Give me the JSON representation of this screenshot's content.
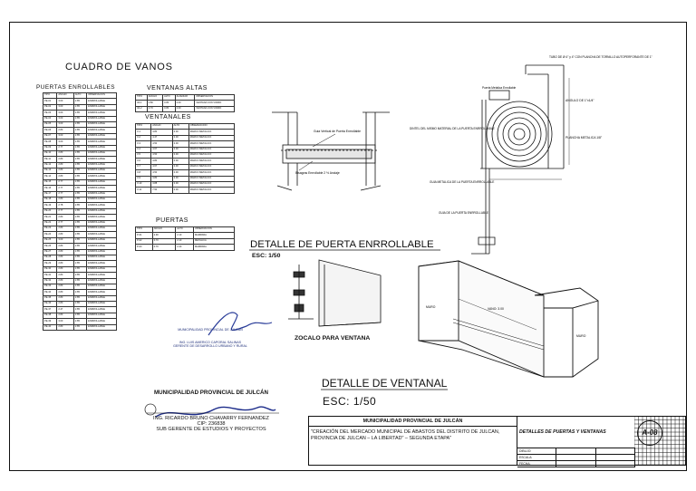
{
  "sheet": {
    "main_title": "CUADRO DE VANOS",
    "tables": {
      "enrollables": {
        "title": "PUERTAS ENROLLABLES",
        "headers": [
          "TIPO",
          "ANCHO",
          "ALTO",
          "OBSERVACION"
        ],
        "rows": [
          [
            "PE-01",
            "3.00",
            "2.85",
            "ENRROLLABLE"
          ],
          [
            "PE-02",
            "3.00",
            "2.85",
            "ENRROLLABLE"
          ],
          [
            "PE-03",
            "3.00",
            "2.85",
            "ENRROLLABLE"
          ],
          [
            "PE-04",
            "3.00",
            "2.85",
            "ENRROLLABLE"
          ],
          [
            "PE-05",
            "3.00",
            "2.85",
            "ENRROLLABLE"
          ],
          [
            "PE-06",
            "2.80",
            "2.85",
            "ENRROLLABLE"
          ],
          [
            "PE-07",
            "3.00",
            "2.85",
            "ENRROLLABLE"
          ],
          [
            "PE-08",
            "3.00",
            "2.85",
            "ENRROLLABLE"
          ],
          [
            "PE-09",
            "2.77",
            "2.85",
            "ENRROLLABLE"
          ],
          [
            "PE-10",
            "2.80",
            "2.85",
            "ENRROLLABLE"
          ],
          [
            "PE-11",
            "2.80",
            "2.85",
            "ENRROLLABLE"
          ],
          [
            "PE-12",
            "2.80",
            "2.85",
            "ENRROLLABLE"
          ],
          [
            "PE-13",
            "2.80",
            "2.85",
            "ENRROLLABLE"
          ],
          [
            "PE-14",
            "2.80",
            "2.85",
            "ENRROLLABLE"
          ],
          [
            "PE-15",
            "2.77",
            "2.85",
            "ENRROLLABLE"
          ],
          [
            "PE-16",
            "2.77",
            "2.85",
            "ENRROLLABLE"
          ],
          [
            "PE-17",
            "2.77",
            "2.85",
            "ENRROLLABLE"
          ],
          [
            "PE-18",
            "2.80",
            "2.85",
            "ENRROLLABLE"
          ],
          [
            "PE-19",
            "2.78",
            "2.85",
            "ENRROLLABLE"
          ],
          [
            "PE-20",
            "2.77",
            "2.85",
            "ENRROLLABLE"
          ],
          [
            "PE-21",
            "2.80",
            "2.85",
            "ENRROLLABLE"
          ],
          [
            "PE-22",
            "2.77",
            "2.85",
            "ENRROLLABLE"
          ],
          [
            "PE-23",
            "2.80",
            "2.85",
            "ENRROLLABLE"
          ],
          [
            "PE-24",
            "2.80",
            "2.85",
            "ENRROLLABLE"
          ],
          [
            "PE-25",
            "3.00",
            "2.85",
            "ENRROLLABLE"
          ],
          [
            "PE-26",
            "2.80",
            "2.85",
            "ENRROLLABLE"
          ],
          [
            "PE-27",
            "2.80",
            "2.85",
            "ENRROLLABLE"
          ],
          [
            "PE-28",
            "2.80",
            "2.85",
            "ENRROLLABLE"
          ],
          [
            "PE-29",
            "2.80",
            "2.85",
            "ENRROLLABLE"
          ],
          [
            "PE-30",
            "2.80",
            "2.85",
            "ENRROLLABLE"
          ],
          [
            "PE-31",
            "2.80",
            "2.85",
            "ENRROLLABLE"
          ],
          [
            "PE-32",
            "2.80",
            "2.85",
            "ENRROLLABLE"
          ],
          [
            "PE-33",
            "2.80",
            "2.85",
            "ENRROLLABLE"
          ],
          [
            "PE-34",
            "2.80",
            "2.85",
            "ENRROLLABLE"
          ],
          [
            "PE-35",
            "2.80",
            "2.85",
            "ENRROLLABLE"
          ],
          [
            "PE-36",
            "2.80",
            "2.85",
            "ENRROLLABLE"
          ],
          [
            "PE-37",
            "2.47",
            "2.85",
            "ENRROLLABLE"
          ],
          [
            "PE-38",
            "2.80",
            "2.85",
            "ENRROLLABLE"
          ],
          [
            "PE-39",
            "3.00",
            "2.85",
            "ENRROLLABLE"
          ],
          [
            "PE-40",
            "2.80",
            "2.85",
            "ENRROLLABLE"
          ]
        ]
      },
      "ventanas_altas": {
        "title": "VENTANAS ALTAS",
        "headers": [
          "TIPO",
          "ANCHO",
          "ALTO",
          "ALFEIZAR",
          "OBSERVACION"
        ],
        "rows": [
          [
            "VA-1",
            "1.80",
            "0.80",
            "2.00",
            "VENTANA CON VIDRIO"
          ],
          [
            "VA-2",
            "2.70",
            "0.80",
            "2.00",
            "VENTANA CON VIDRIO"
          ]
        ]
      },
      "ventanales": {
        "title": "VENTANALES",
        "headers": [
          "TIPO",
          "ANCHO",
          "ALTO",
          "OBSERVACION"
        ],
        "rows": [
          [
            "V-1",
            "4.80",
            "3.00",
            "MARCO METALICO"
          ],
          [
            "V-2",
            "4.47",
            "3.00",
            "MARCO METALICO"
          ],
          [
            "V-3",
            "4.50",
            "3.00",
            "MARCO METALICO"
          ],
          [
            "V-4",
            "4.67",
            "3.00",
            "MARCO METALICO"
          ],
          [
            "V-5",
            "4.50",
            "3.00",
            "MARCO METALICO"
          ],
          [
            "V-6",
            "4.80",
            "3.00",
            "MARCO METALICO"
          ],
          [
            "V-7",
            "4.67",
            "3.00",
            "MARCO METALICO"
          ],
          [
            "V-8",
            "4.50",
            "3.00",
            "MARCO METALICO"
          ],
          [
            "V-9",
            "3.80",
            "3.00",
            "MARCO METALICO"
          ],
          [
            "V-10",
            "3.88",
            "3.00",
            "MARCO METALICO"
          ],
          [
            "V-11",
            "7.50",
            "3.00",
            "MARCO METALICO"
          ]
        ]
      },
      "puertas": {
        "title": "PUERTAS",
        "headers": [
          "TIPO",
          "ANCHO",
          "ALTO",
          "OBSERVACION"
        ],
        "rows": [
          [
            "P-01",
            "2.90",
            "2.10",
            "MAMPARA"
          ],
          [
            "P-02",
            "0.70",
            "2.10",
            "METALICA"
          ],
          [
            "P-03",
            "0.70",
            "2.40",
            "MAMPARA"
          ]
        ]
      }
    },
    "details": {
      "puerta_title": "DETALLE DE PUERTA ENRROLLABLE",
      "puerta_scale": "ESC: 1/50",
      "ventanal_title": "DETALLE DE VENTANAL",
      "ventanal_scale": "ESC: 1/50",
      "zocalo": "ZOCALO PARA VENTANA",
      "labels": {
        "tubo": "TUBO DE Ø 4\" y 4\" CON PLANCHA DE TORNILLO AUTOPERFORANTE DE 1\"",
        "puerta_metalica": "Puerta Metalica Enrollable",
        "angulo": "ANGULO DE 1\"x1/4\"",
        "dintel": "DINTEL DEL MISMO MATERIAL DE LA PUERTA ENRROLLABLE",
        "plancha": "PLANCHA METALICA 1/8\"",
        "guia_metalica": "GUIA METALICA DE LA PUERTA ENRROLLABLE",
        "guia_puerta": "GUIA DE LA PUERTA ENRROLLABLE",
        "eje_vertical": "Guia Vertical de Puerta Enrrollable",
        "bisagras": "Bisagras Enrrollable 2 ½ Anclaje",
        "muro": "MURO",
        "vano": "VANO: 3.00",
        "muro_b": "MURO"
      }
    },
    "signatures": {
      "sig1_line1": "MUNICIPALIDAD PROVINCIAL DE JULCAN",
      "sig1_line2": "ING. LUIS AMERICO CAPORAL SALINAS",
      "sig1_line3": "GERENTE DE DESARROLLO URBANO Y RURAL",
      "sig2_line1": "MUNICIPALIDAD PROVINCIAL DE JULCÁN",
      "sig2_line2": "ING. RICARDO BRUNO CHAVARRY FERNANDEZ",
      "sig2_line3": "CIP: 236838",
      "sig2_line4": "SUB GERENTE DE ESTUDIOS Y PROYECTOS"
    },
    "title_block": {
      "entity": "MUNICIPALIDAD PROVINCIAL DE JULCÁN",
      "project": "\"CREACIÓN DEL MERCADO MUNICIPAL DE ABASTOS DEL DISTRITO DE JULCAN, PROVINCIA DE JULCAN – LA LIBERTAD\" – SEGUNDA ETAPA\"",
      "plan_title": "DETALLES DE PUERTAS Y VENTANAS",
      "sheet_code": "A-08",
      "rows": [
        [
          "DIBUJO:",
          "",
          ""
        ],
        [
          "ESCALA:",
          "",
          ""
        ],
        [
          "FECHA:",
          "",
          ""
        ]
      ]
    }
  }
}
